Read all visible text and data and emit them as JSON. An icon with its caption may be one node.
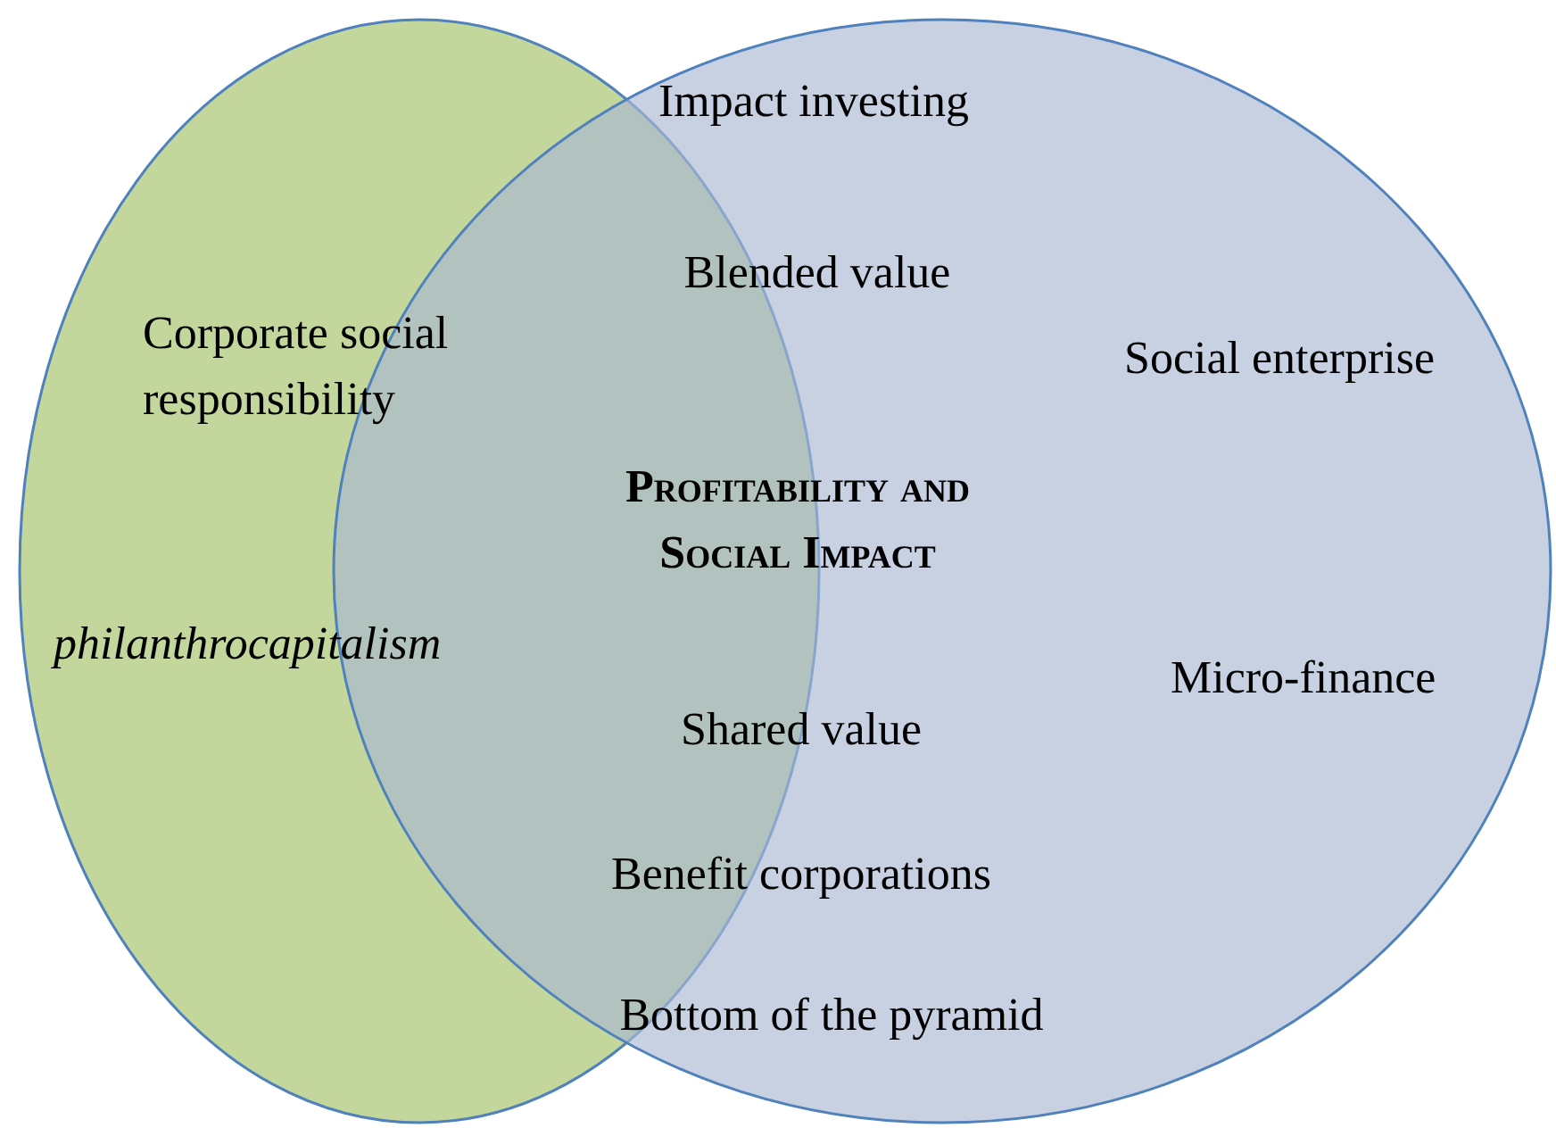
{
  "diagram": {
    "nodes": [
      {
        "text": [
          "Corporate social responsibility",
          "philanthrocapitalism"
        ]
      },
      {
        "text": [
          "Social enterprise",
          "Micro-finance"
        ]
      }
    ],
    "labels": [
      "Impact investing",
      "Blended value",
      "Profitability and Social Impact",
      "Shared value",
      "Benefit corporations",
      "Bottom of the pyramid"
    ]
  }
}
